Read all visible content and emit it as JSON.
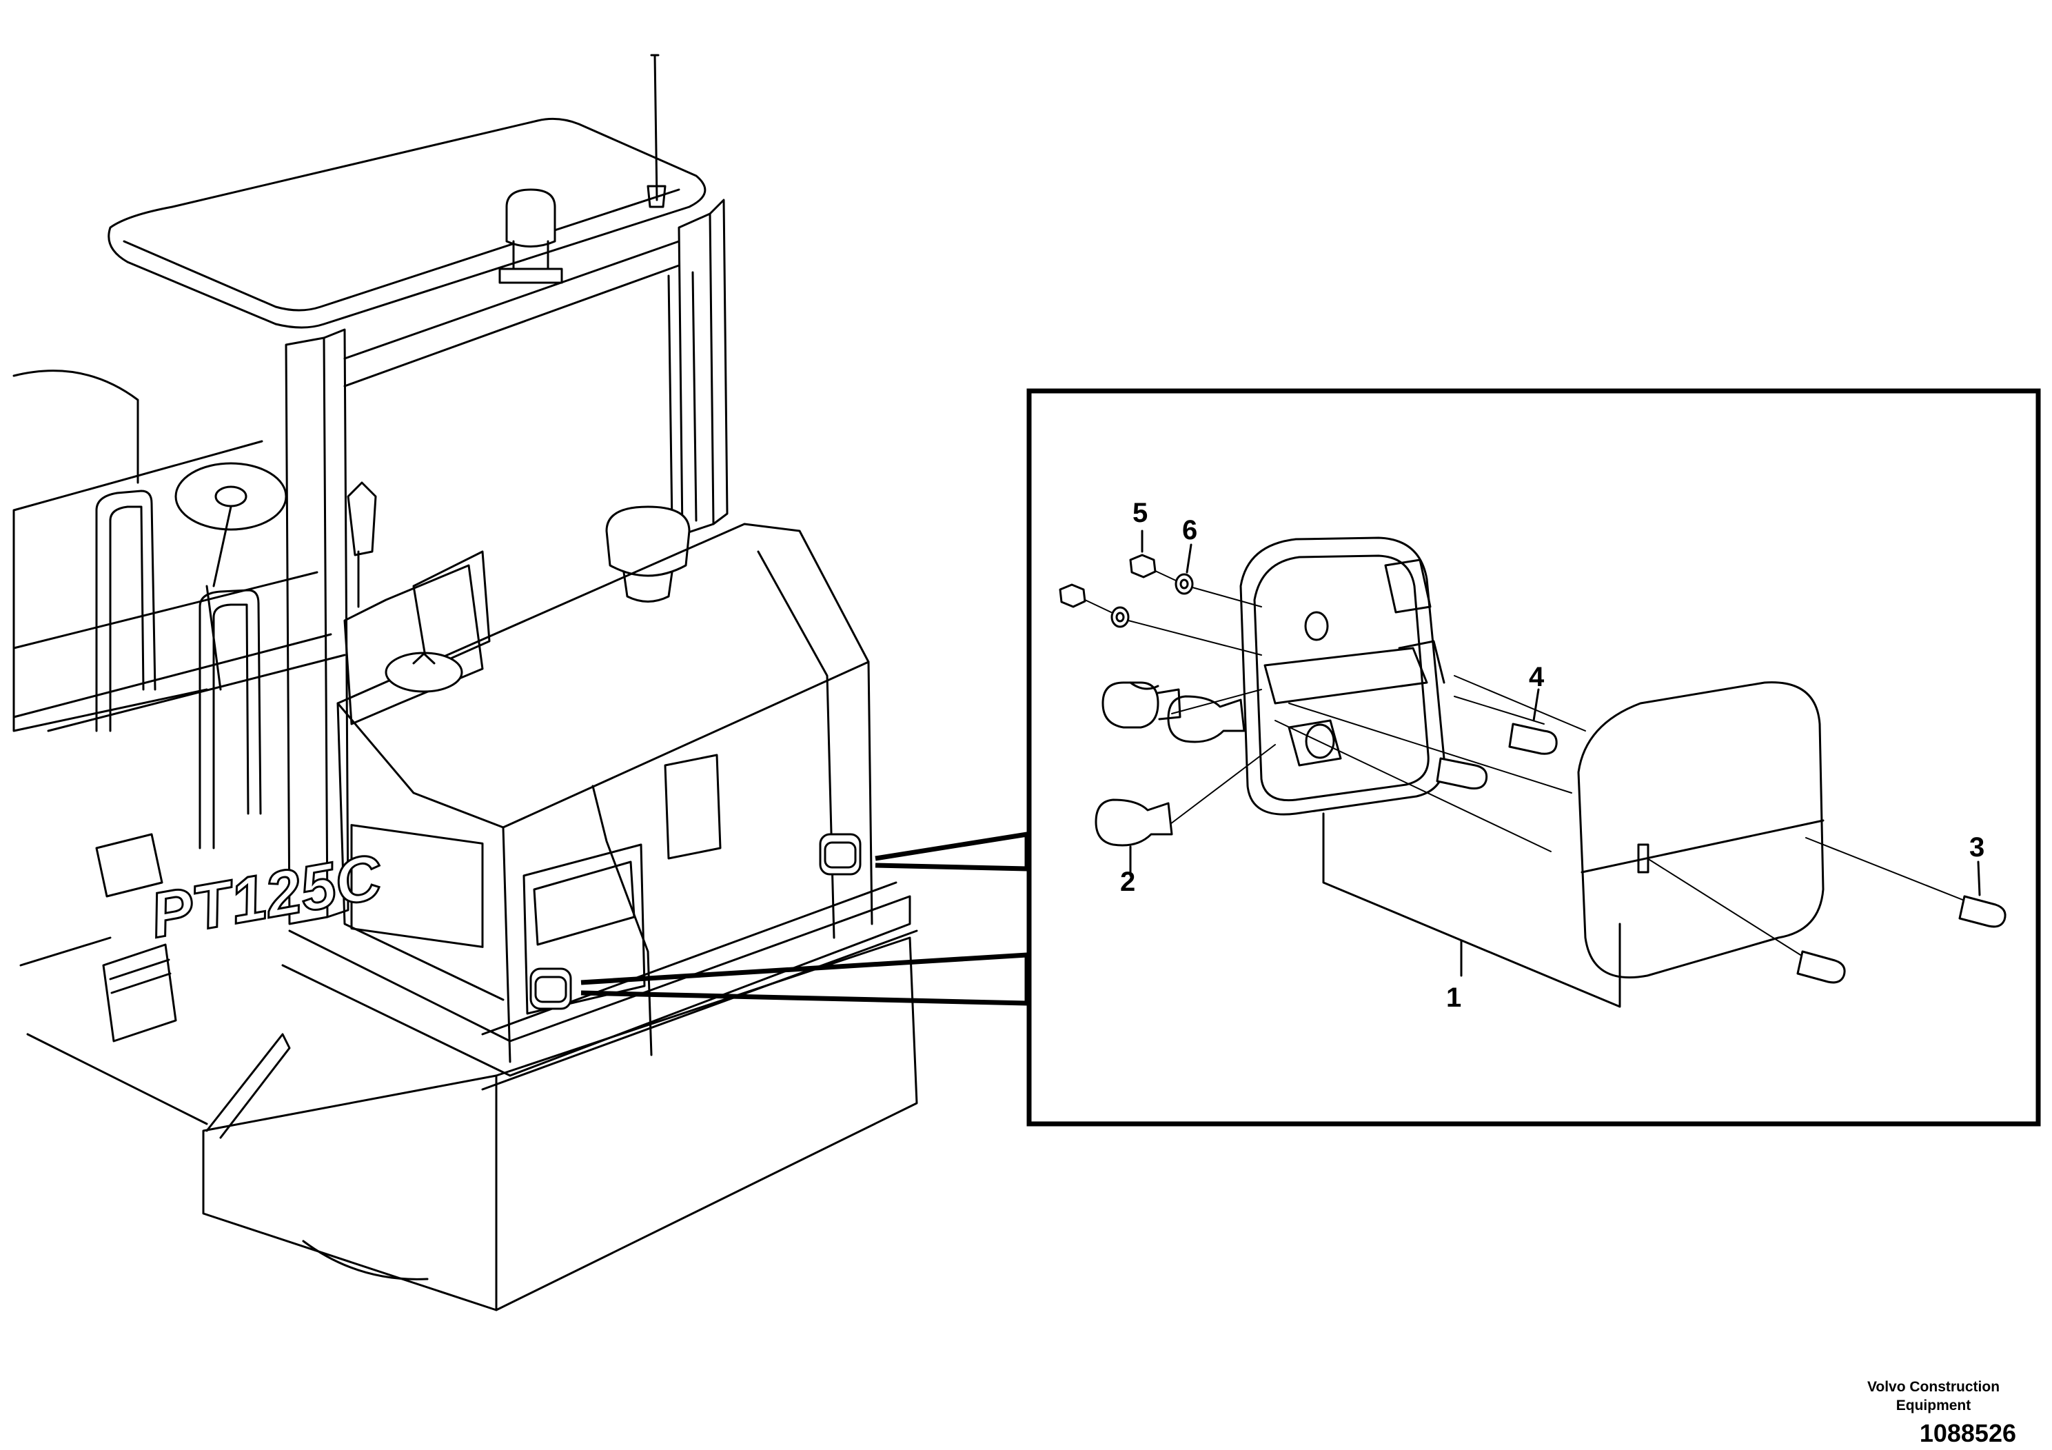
{
  "diagram": {
    "model_marking": "PT125C",
    "callouts": {
      "item_1": "1",
      "item_2": "2",
      "item_3": "3",
      "item_4": "4",
      "item_5": "5",
      "item_6": "6"
    }
  },
  "footer": {
    "credit_line_1": "Volvo Construction",
    "credit_line_2": "Equipment",
    "drawing_number": "1088526"
  }
}
